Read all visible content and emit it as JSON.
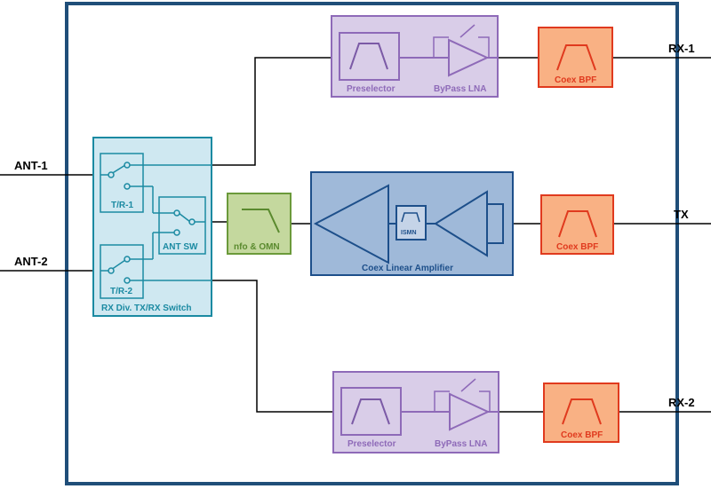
{
  "ports": {
    "ant1": "ANT-1",
    "ant2": "ANT-2",
    "rx1": "RX-1",
    "rx2": "RX-2",
    "tx": "TX"
  },
  "switch_block": {
    "title": "RX Div. TX/RX Switch",
    "tr1": "T/R-1",
    "tr2": "T/R-2",
    "ant_sw": "ANT SW"
  },
  "rx1_chain": {
    "preselector": "Preselector",
    "lna": "ByPass LNA",
    "bpf": "Coex BPF"
  },
  "rx2_chain": {
    "preselector": "Preselector",
    "lna": "ByPass LNA",
    "bpf": "Coex BPF"
  },
  "tx_chain": {
    "omn": "nfo & OMN",
    "amp": "Coex Linear Amplifier",
    "ismn": "ISMN",
    "bpf": "Coex BPF"
  },
  "colors": {
    "frame": "#1f4e79",
    "purple_fill": "#d9cde8",
    "purple_stroke": "#8e6ab8",
    "orange_fill": "#f9b184",
    "red_stroke": "#e03a1e",
    "teal_fill": "#cfe8f1",
    "teal_stroke": "#1b8aa2",
    "green_fill": "#c4d89e",
    "green_stroke": "#6b9a3a",
    "blue_fill": "#9fb9d9",
    "blue_stroke": "#1d4f8a"
  }
}
